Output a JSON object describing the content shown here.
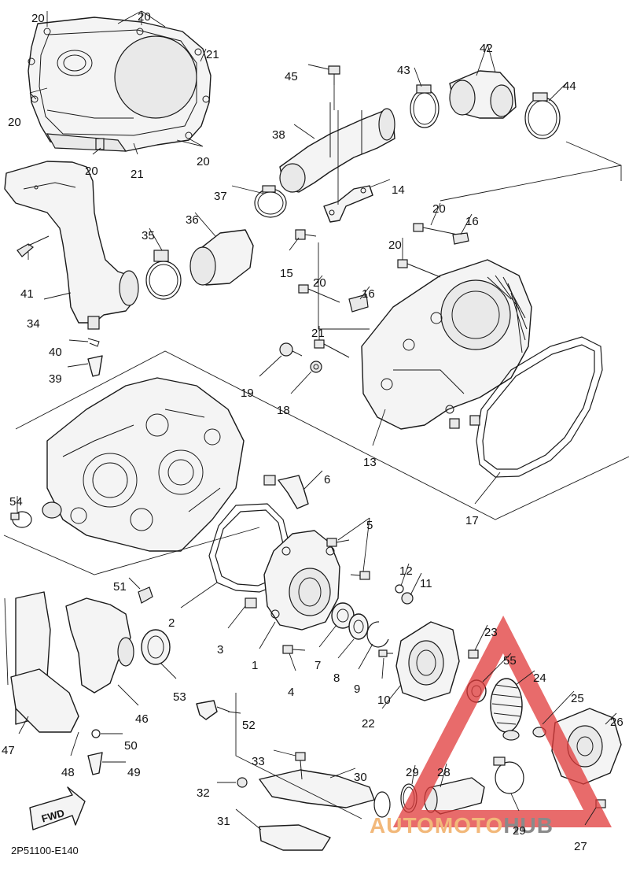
{
  "diagram_code": "2P51100-E140",
  "fwd_label": "FWD",
  "watermark": {
    "part1": "AUTO",
    "part2": "MOTO",
    "part3": "HUB",
    "color_orange": "#f2b87a",
    "color_gray": "#8a8a8a",
    "color_red": "#e03a3a"
  },
  "callouts": [
    {
      "id": "c20a",
      "label": "20"
    },
    {
      "id": "c20b",
      "label": "20"
    },
    {
      "id": "c21a",
      "label": "21"
    },
    {
      "id": "c20c",
      "label": "20"
    },
    {
      "id": "c20d",
      "label": "20"
    },
    {
      "id": "c21b",
      "label": "21"
    },
    {
      "id": "c20e",
      "label": "20"
    },
    {
      "id": "c45",
      "label": "45"
    },
    {
      "id": "c43",
      "label": "43"
    },
    {
      "id": "c42",
      "label": "42"
    },
    {
      "id": "c44",
      "label": "44"
    },
    {
      "id": "c38",
      "label": "38"
    },
    {
      "id": "c37",
      "label": "37"
    },
    {
      "id": "c14",
      "label": "14"
    },
    {
      "id": "c36",
      "label": "36"
    },
    {
      "id": "c35",
      "label": "35"
    },
    {
      "id": "c20f",
      "label": "20"
    },
    {
      "id": "c16a",
      "label": "16"
    },
    {
      "id": "c20g",
      "label": "20"
    },
    {
      "id": "c15",
      "label": "15"
    },
    {
      "id": "c41",
      "label": "41"
    },
    {
      "id": "c20h",
      "label": "20"
    },
    {
      "id": "c16b",
      "label": "16"
    },
    {
      "id": "c34",
      "label": "34"
    },
    {
      "id": "c21c",
      "label": "21"
    },
    {
      "id": "c40",
      "label": "40"
    },
    {
      "id": "c39",
      "label": "39"
    },
    {
      "id": "c19",
      "label": "19"
    },
    {
      "id": "c18",
      "label": "18"
    },
    {
      "id": "c13",
      "label": "13"
    },
    {
      "id": "c6",
      "label": "6"
    },
    {
      "id": "c54",
      "label": "54"
    },
    {
      "id": "c17",
      "label": "17"
    },
    {
      "id": "c5",
      "label": "5"
    },
    {
      "id": "c12",
      "label": "12"
    },
    {
      "id": "c11",
      "label": "11"
    },
    {
      "id": "c51",
      "label": "51"
    },
    {
      "id": "c2",
      "label": "2"
    },
    {
      "id": "c23",
      "label": "23"
    },
    {
      "id": "c3",
      "label": "3"
    },
    {
      "id": "c7",
      "label": "7"
    },
    {
      "id": "c1",
      "label": "1"
    },
    {
      "id": "c55",
      "label": "55"
    },
    {
      "id": "c8",
      "label": "8"
    },
    {
      "id": "c9",
      "label": "9"
    },
    {
      "id": "c10",
      "label": "10"
    },
    {
      "id": "c53",
      "label": "53"
    },
    {
      "id": "c24",
      "label": "24"
    },
    {
      "id": "c4",
      "label": "4"
    },
    {
      "id": "c25",
      "label": "25"
    },
    {
      "id": "c46",
      "label": "46"
    },
    {
      "id": "c22",
      "label": "22"
    },
    {
      "id": "c26",
      "label": "26"
    },
    {
      "id": "c52",
      "label": "52"
    },
    {
      "id": "c47",
      "label": "47"
    },
    {
      "id": "c50",
      "label": "50"
    },
    {
      "id": "c33",
      "label": "33"
    },
    {
      "id": "c48",
      "label": "48"
    },
    {
      "id": "c49",
      "label": "49"
    },
    {
      "id": "c29a",
      "label": "29"
    },
    {
      "id": "c28",
      "label": "28"
    },
    {
      "id": "c30",
      "label": "30"
    },
    {
      "id": "c32",
      "label": "32"
    },
    {
      "id": "c29b",
      "label": "29"
    },
    {
      "id": "c31",
      "label": "31"
    },
    {
      "id": "c27",
      "label": "27"
    }
  ]
}
